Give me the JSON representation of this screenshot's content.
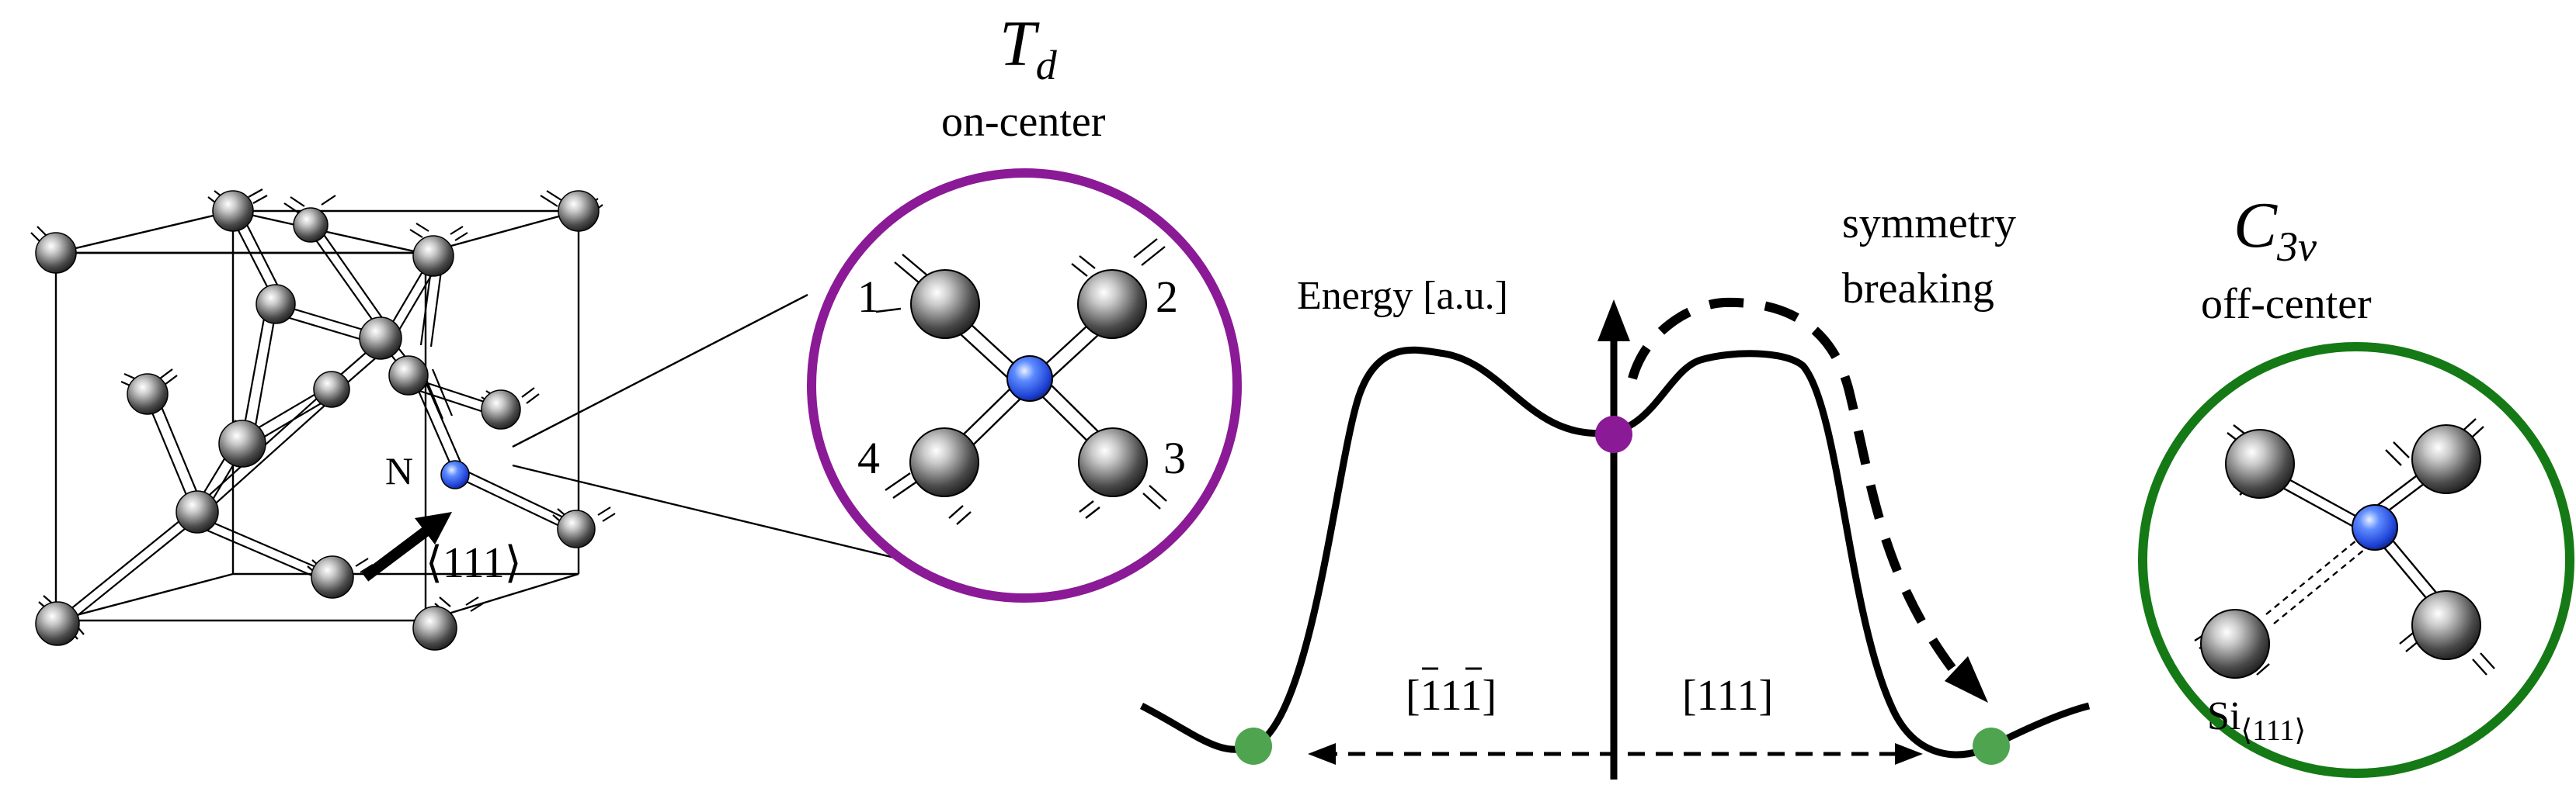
{
  "labels": {
    "nitrogen": "N",
    "dir_111_bracket": "⟨111⟩",
    "td_symbol": "T",
    "td_sub": "d",
    "on_center": "on-center",
    "c3v_symbol": "C",
    "c3v_sub": "3v",
    "off_center": "off-center",
    "energy_axis": "Energy [a.u.]",
    "symmetry": "symmetry",
    "breaking": "breaking",
    "dir_neg_open": "[",
    "dir_neg_digits": "111",
    "dir_neg_close": "]",
    "dir_pos": "[111]",
    "si_main": "Si",
    "si_sub": "⟨111⟩",
    "atom_1": "1",
    "atom_2": "2",
    "atom_3": "3",
    "atom_4": "4"
  },
  "colors": {
    "on_center": "#8b1a96",
    "off_center": "#157a15",
    "minimum_dot": "#4fa44f",
    "nitrogen": "#2f5ff0",
    "silicon": "#3c3c3c"
  }
}
